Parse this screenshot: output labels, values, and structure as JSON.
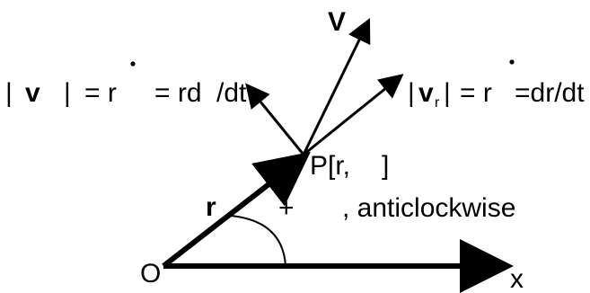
{
  "labels": {
    "V": "V",
    "v_theta_left_bar": "|",
    "v_theta_v": "v",
    "v_theta_right_bar": "|",
    "v_theta_eq1": "= r",
    "v_theta_eq2": "= rd",
    "v_theta_tail": "/dt",
    "v_r_left_bar": "|",
    "v_r_v": "v",
    "v_r_sub": "r",
    "v_r_right_bar": "|",
    "v_r_eq1": "= r",
    "v_r_eq2": "=dr/dt",
    "point": "P[r,",
    "point_close": "]",
    "radius": "r",
    "plus": "+",
    "anticlockwise": ", anticlockwise",
    "origin": "O",
    "x_axis": "x"
  },
  "colors": {
    "ink": "#000000",
    "background": "#ffffff"
  }
}
